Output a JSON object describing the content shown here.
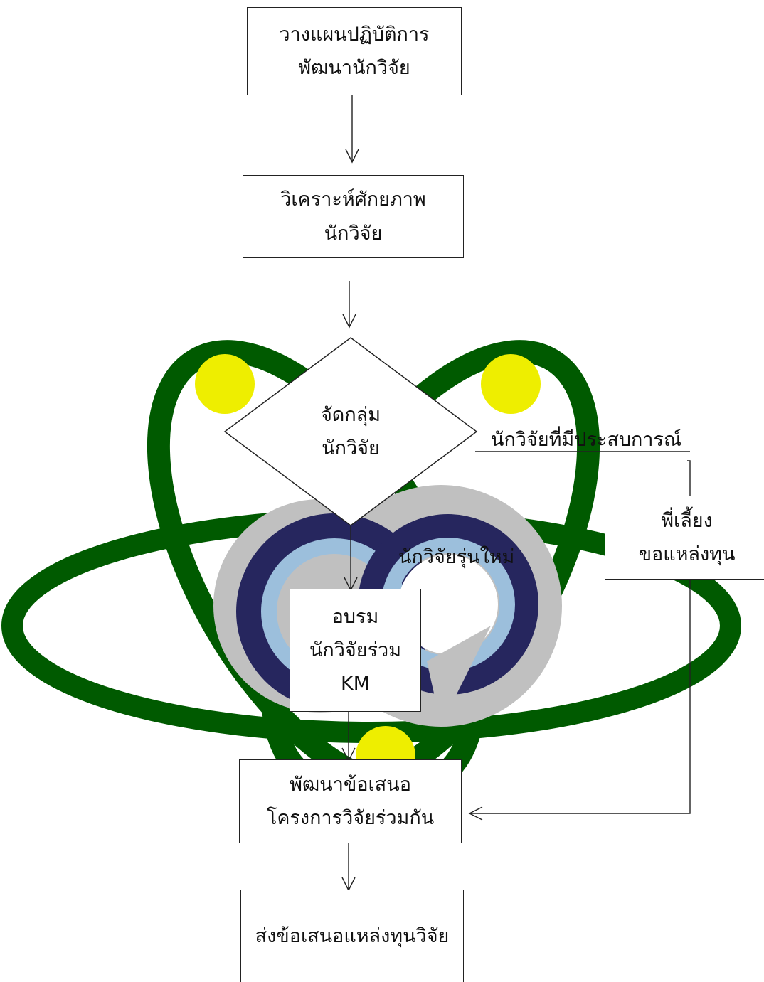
{
  "nodes": {
    "plan": {
      "line1": "วางแผนปฏิบัติการ",
      "line2": "พัฒนานักวิจัย"
    },
    "analyze": {
      "line1": "วิเคราะห์ศักยภาพ",
      "line2": "นักวิจัย"
    },
    "group": {
      "line1": "จัดกลุ่ม",
      "line2": "นักวิจัย"
    },
    "train": {
      "line1": "อบรม",
      "line2": "นักวิจัยร่วม",
      "line3": "KM"
    },
    "mentor": {
      "line1": "พี่เลี้ยง",
      "line2": "ขอแหล่งทุน"
    },
    "develop": {
      "line1": "พัฒนาข้อเสนอ",
      "line2": "โครงการวิจัยร่วมกัน"
    },
    "submit": {
      "line1": "ส่งข้อเสนอแหล่งทุนวิจัย"
    }
  },
  "labels": {
    "experienced": "นักวิจัยที่มีประสบการณ์",
    "new_researchers": "นักวิจัยรุ่นใหม่"
  },
  "colors": {
    "orbit_green": "#005a00",
    "electron_yellow": "#eeee00",
    "ring_gray": "#c0c0c0",
    "ring_navy": "#26265e",
    "ring_lightblue": "#9cbfdc",
    "line": "#222222"
  }
}
